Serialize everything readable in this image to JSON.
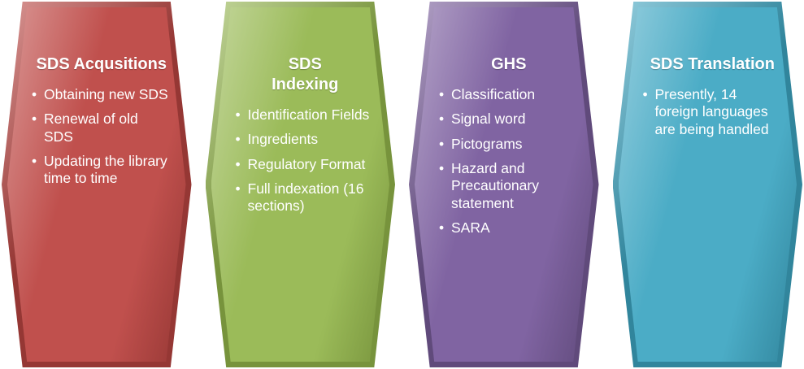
{
  "panels": [
    {
      "name": "sds-acquisitions",
      "title": "SDS Acqusitions",
      "bullets": [
        "Obtaining new SDS",
        "Renewal of old SDS",
        "Updating the library time to time"
      ],
      "colors": {
        "base": "#C0504D",
        "light": "#D99694",
        "dark": "#953734"
      }
    },
    {
      "name": "sds-indexing",
      "title": "SDS\nIndexing",
      "bullets": [
        "Identification Fields",
        "Ingredients",
        "Regulatory Format",
        "Full indexation (16 sections)"
      ],
      "colors": {
        "base": "#9BBB59",
        "light": "#C3D69B",
        "dark": "#77933C"
      }
    },
    {
      "name": "ghs",
      "title": "GHS",
      "bullets": [
        "Classification",
        "Signal word",
        "Pictograms",
        "Hazard and Precautionary statement",
        "SARA"
      ],
      "colors": {
        "base": "#8064A2",
        "light": "#B3A2C7",
        "dark": "#604A7B"
      }
    },
    {
      "name": "sds-translation",
      "title": "SDS Translation",
      "bullets": [
        "Presently, 14 foreign languages are being handled"
      ],
      "colors": {
        "base": "#4BACC6",
        "light": "#93CDDD",
        "dark": "#31859C"
      }
    }
  ]
}
